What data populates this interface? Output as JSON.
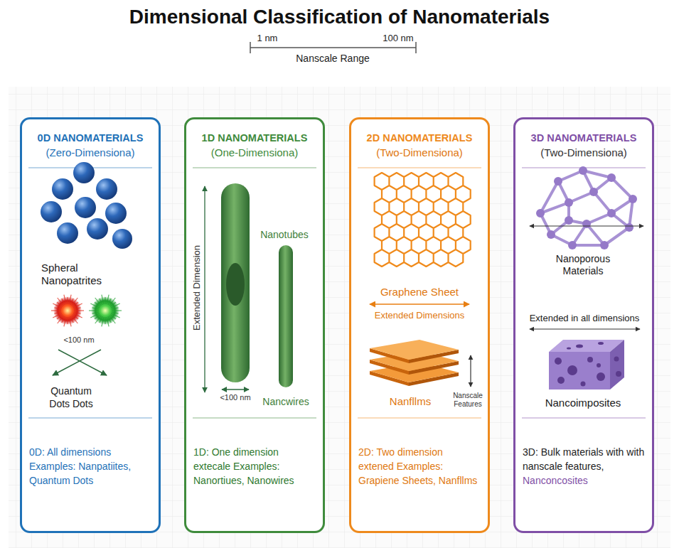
{
  "diagram": {
    "title": "Dimensional Classification of Nanomaterials",
    "nodes": [
      {
        "text": [
          "0D NANOMATERIALS",
          "(Zero-Dimensiona)",
          "0D: All dimensions Examples: Nanpatiites, Quantum Dots"
        ]
      },
      {
        "text": [
          "1D NANOMATERIALS",
          "(One-Dimensiona)",
          "1D: One dimension extecale Examples: Nanortiues, Nanowires"
        ]
      },
      {
        "text": [
          "2D NANOMATERIALS",
          "(Two-Dimensiona)",
          "2D: Two dimension extened Examples: Grapiene Sheets, Nanfllms"
        ]
      },
      {
        "text": [
          "3D NANOMATERIALS",
          "(Two-Dimensiona)",
          "3D: Bulk materials with with nanscale features,",
          "Nanconcosites"
        ]
      }
    ],
    "labels": [
      "1 nm",
      "100 nm",
      "Nanscale Range",
      "Spheral Nanopatrites",
      "<100 nm",
      "Quantum Dots Dots",
      "Extended Dimension",
      "Nanotubes",
      "<100 nm",
      "Nancwires",
      "Graphene Sheet",
      "Extended Dimensions",
      "Nanfllms",
      "Nanscale Features",
      "Nanoporous Materials",
      "Extended in all dimensions",
      "Nancoimposites"
    ]
  }
}
